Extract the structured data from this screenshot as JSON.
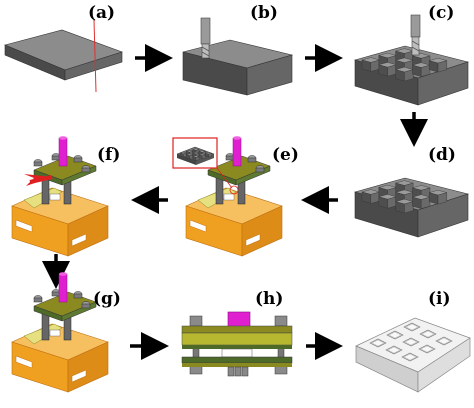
{
  "panels": [
    {
      "key": "a",
      "label": "(a)"
    },
    {
      "key": "b",
      "label": "(b)"
    },
    {
      "key": "c",
      "label": "(c)"
    },
    {
      "key": "d",
      "label": "(d)"
    },
    {
      "key": "e",
      "label": "(e)"
    },
    {
      "key": "f",
      "label": "(f)"
    },
    {
      "key": "g",
      "label": "(g)"
    },
    {
      "key": "h",
      "label": "(h)"
    },
    {
      "key": "i",
      "label": "(i)"
    }
  ],
  "colors": {
    "steel_top": "#8c8c8c",
    "steel_side": "#5a5a5a",
    "steel_front": "#474747",
    "die_orange": "#f0a020",
    "die_orange_dark": "#c07010",
    "plate_olive": "#8a8a20",
    "plate_green": "#4e6a28",
    "punch_magenta": "#e020d0",
    "cut_line": "#e03030",
    "arrow": "#000000",
    "inset_frame": "#e02020"
  }
}
